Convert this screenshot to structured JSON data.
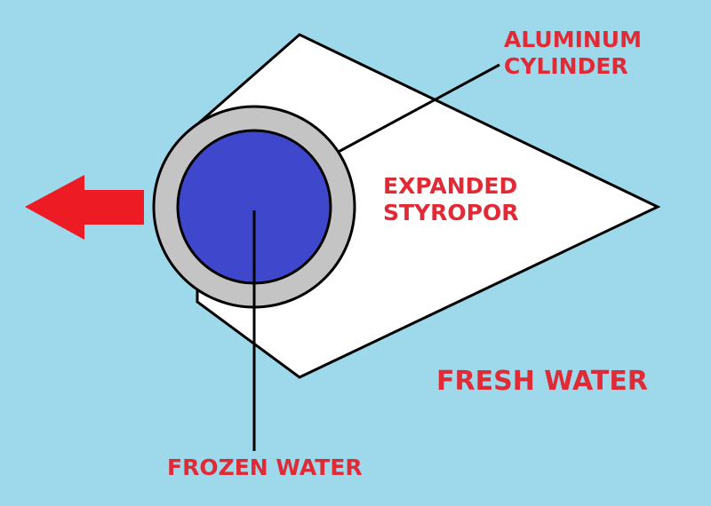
{
  "colors": {
    "background": "#9dd9ea",
    "styropor": "#ffffff",
    "aluminum": "#c4c4c4",
    "frozen_water": "#3f48cc",
    "label": "#e02a36",
    "arrow": "#ed1c24",
    "outline": "#000000"
  },
  "labels": {
    "aluminum_line1": "ALUMINUM",
    "aluminum_line2": "CYLINDER",
    "styropor_line1": "EXPANDED",
    "styropor_line2": "STYROPOR",
    "fresh_water": "FRESH WATER",
    "frozen_water": "FROZEN WATER"
  },
  "arrow": {
    "direction": "left",
    "icon": "arrow-left-icon"
  }
}
